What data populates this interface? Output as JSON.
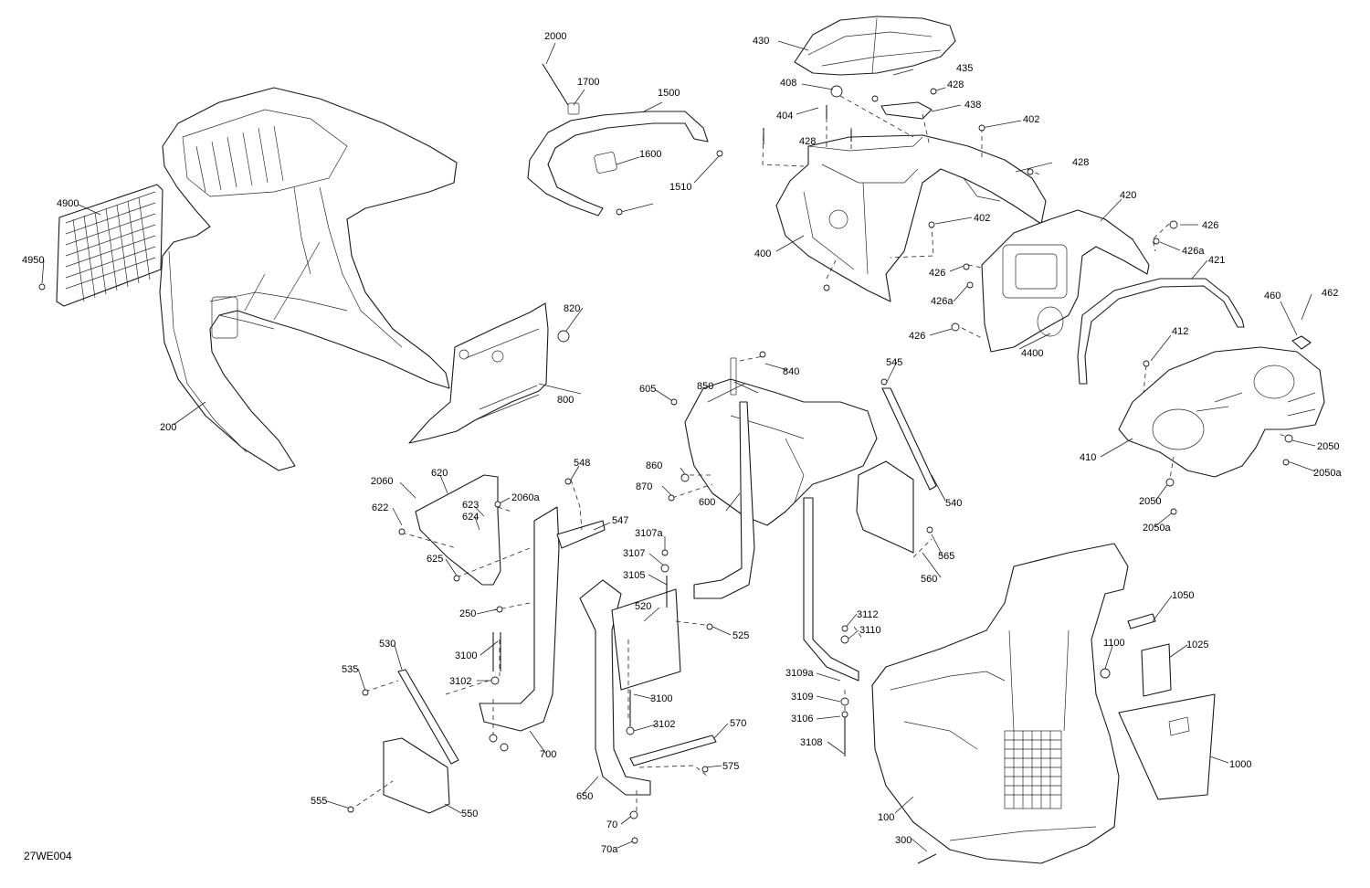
{
  "drawing_code": "27WE004",
  "labels": [
    "2000",
    "1700",
    "1500",
    "1600",
    "1510",
    "430",
    "435",
    "408",
    "428",
    "438",
    "404",
    "402",
    "428",
    "428",
    "402",
    "420",
    "426",
    "426a",
    "400",
    "426",
    "426a",
    "426",
    "4400",
    "421",
    "412",
    "460",
    "462",
    "410",
    "2050",
    "2050a",
    "2050",
    "2050a",
    "4900",
    "4950",
    "820",
    "800",
    "200",
    "840",
    "850",
    "605",
    "545",
    "860",
    "870",
    "600",
    "540",
    "560",
    "565",
    "548",
    "2060",
    "620",
    "2060a",
    "622",
    "623",
    "624",
    "547",
    "625",
    "3107a",
    "3107",
    "3105",
    "520",
    "250",
    "525",
    "3112",
    "3110",
    "530",
    "3100",
    "535",
    "3102",
    "3100",
    "3102",
    "570",
    "575",
    "700",
    "650",
    "70",
    "70a",
    "555",
    "550",
    "3109a",
    "3109",
    "3106",
    "3108",
    "1050",
    "1025",
    "1100",
    "100",
    "1000",
    "300"
  ]
}
